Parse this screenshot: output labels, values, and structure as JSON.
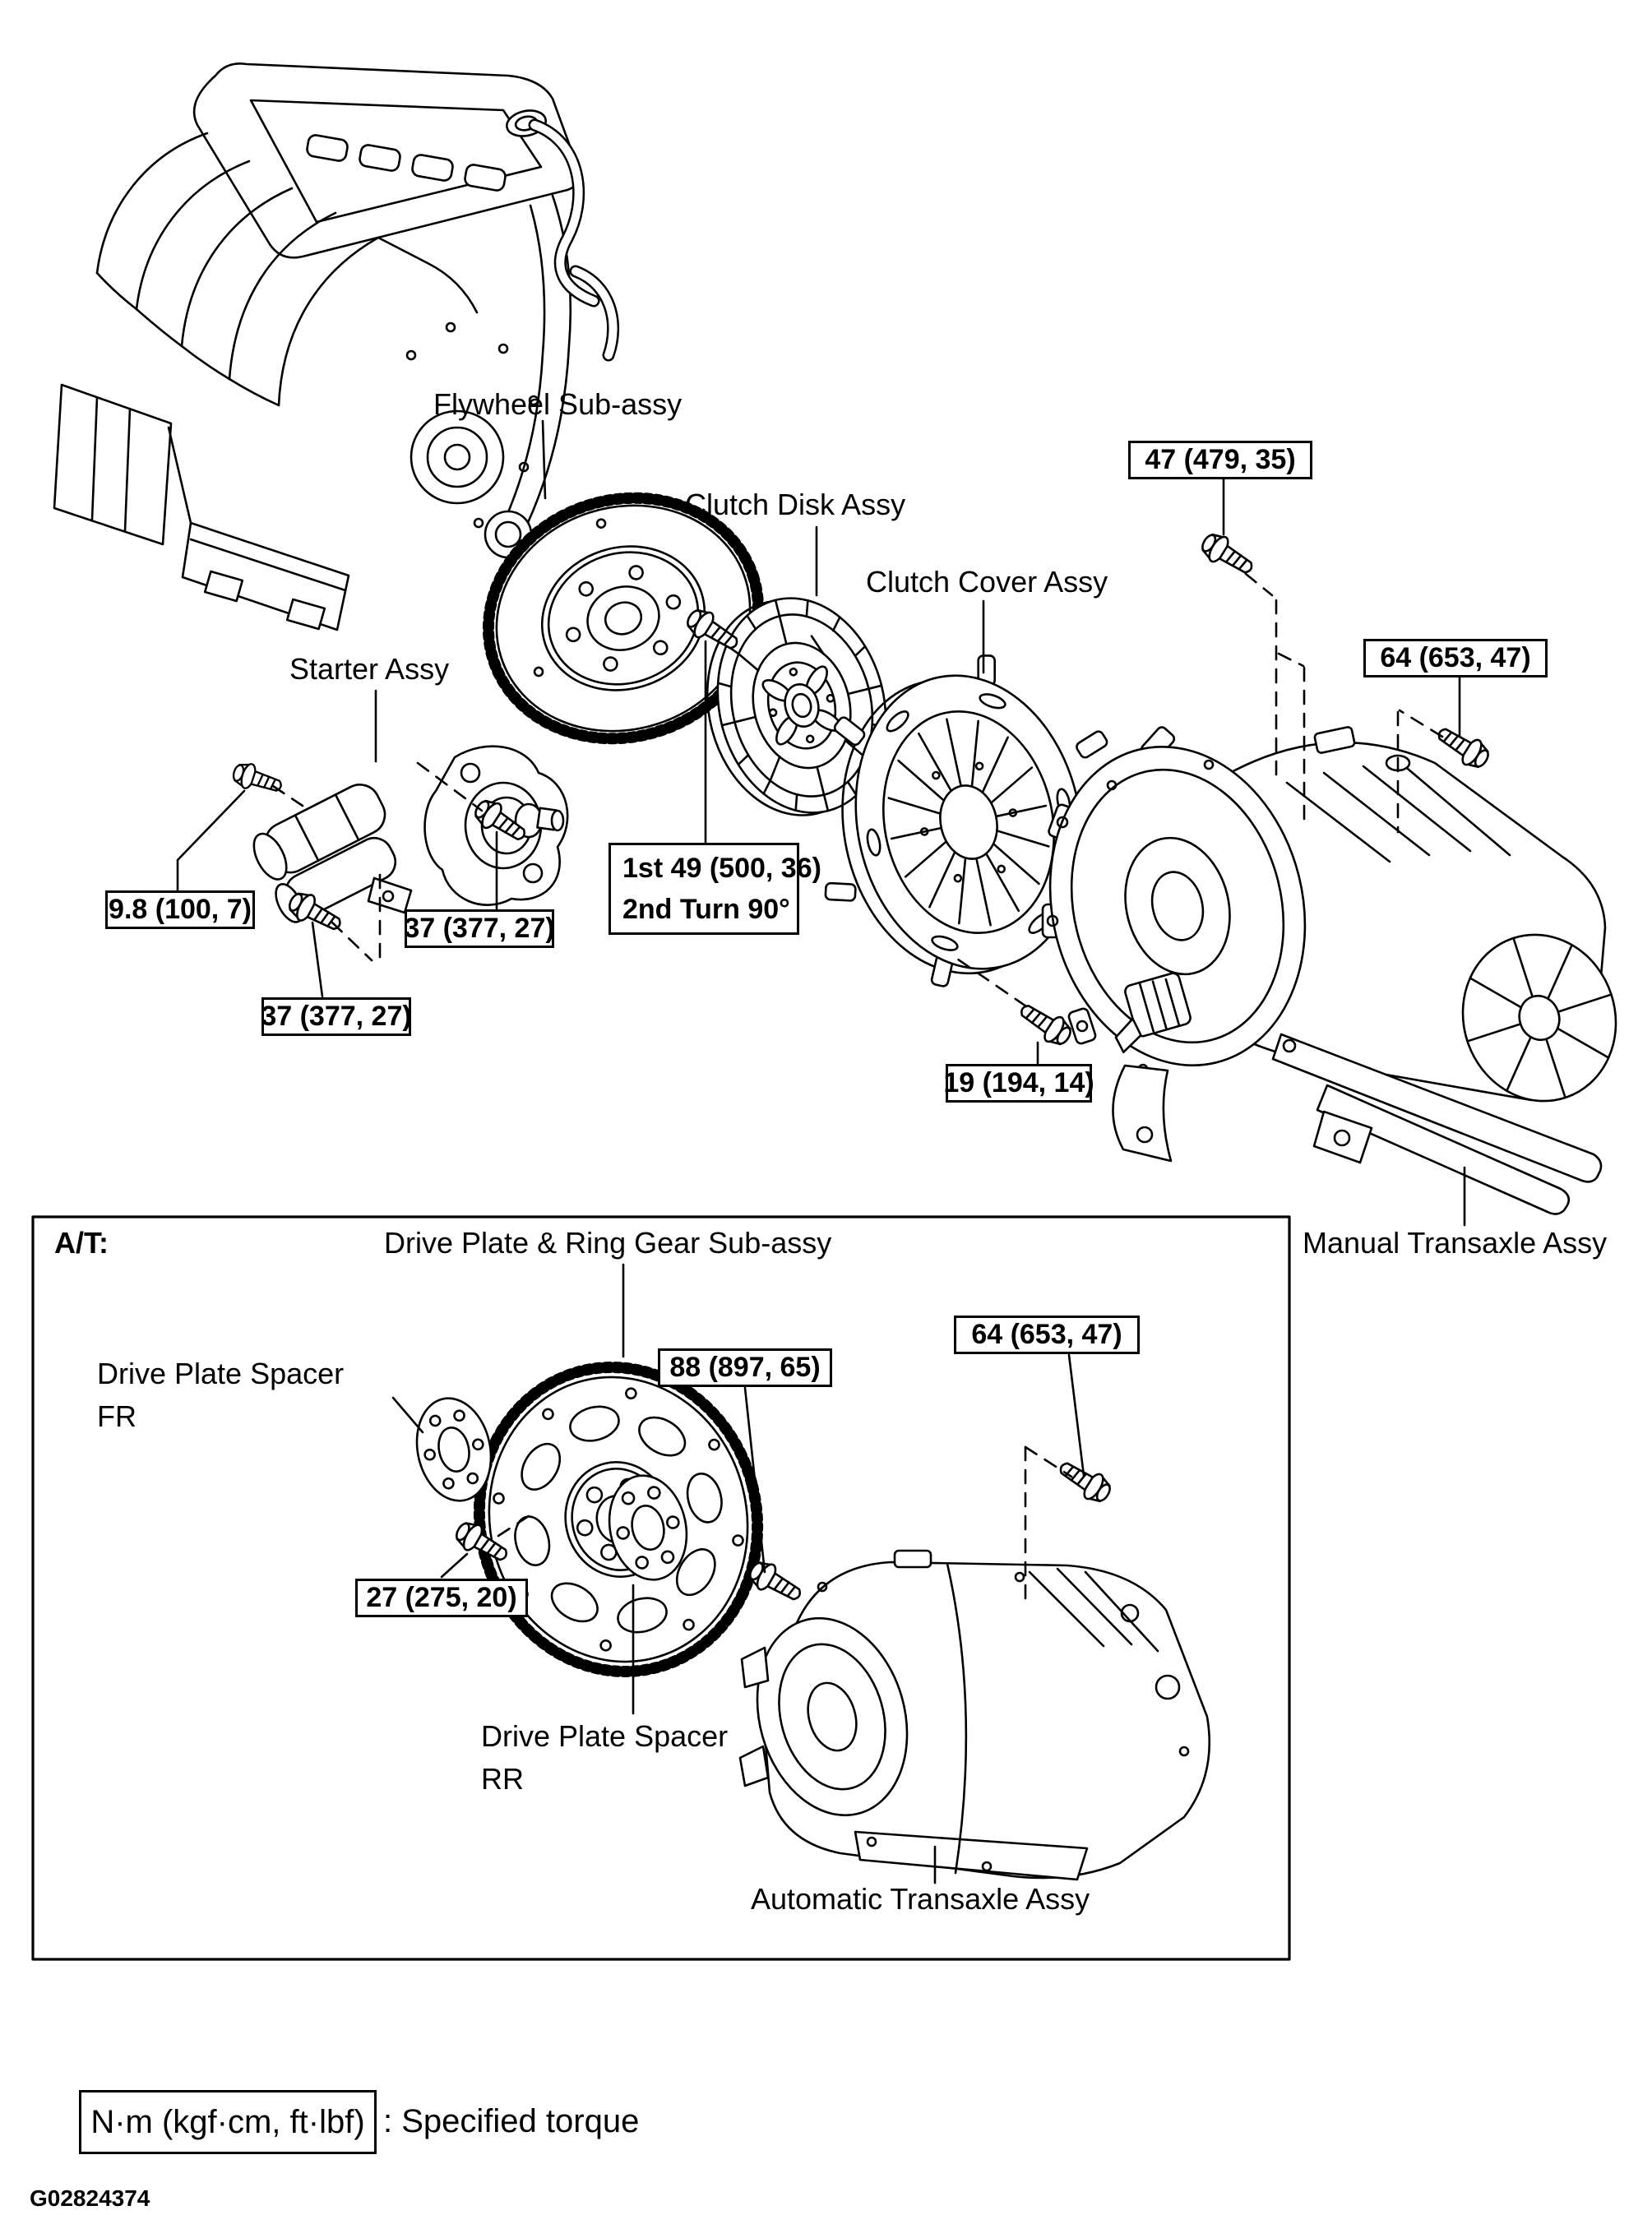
{
  "page": {
    "background": "#ffffff",
    "line_color": "#000000"
  },
  "mt_diagram": {
    "part_labels": {
      "flywheel": "Flywheel Sub-assy",
      "clutch_disk": "Clutch Disk Assy",
      "clutch_cover": "Clutch Cover Assy",
      "starter": "Starter Assy",
      "manual_transaxle": "Manual Transaxle Assy"
    },
    "torque_boxes": {
      "starter_nut": "9.8 (100, 7)",
      "starter_bolt_upper": "37 (377, 27)",
      "starter_bolt_lower": "37 (377, 27)",
      "flywheel_bolt": {
        "line1": "1st 49 (500, 36)",
        "line2": "2nd Turn 90°"
      },
      "clutch_cover_bolt": "19 (194, 14)",
      "transaxle_bolt_upper": "47 (479, 35)",
      "transaxle_bolt_lower": "64 (653, 47)"
    }
  },
  "at_diagram": {
    "section_label": "A/T:",
    "part_labels": {
      "drive_plate_ring_gear": "Drive Plate & Ring Gear Sub-assy",
      "spacer_fr_line1": "Drive Plate Spacer",
      "spacer_fr_line2": "FR",
      "spacer_rr_line1": "Drive Plate Spacer",
      "spacer_rr_line2": "RR",
      "automatic_transaxle": "Automatic Transaxle Assy"
    },
    "torque_boxes": {
      "drive_plate_bolt": "88 (897, 65)",
      "spacer_bolt": "27 (275, 20)",
      "transaxle_bolt": "64 (653, 47)"
    }
  },
  "legend": {
    "torque_unit_box": "N·m (kgf·cm, ft·lbf)",
    "description": ": Specified torque"
  },
  "figure_code": "G02824374"
}
